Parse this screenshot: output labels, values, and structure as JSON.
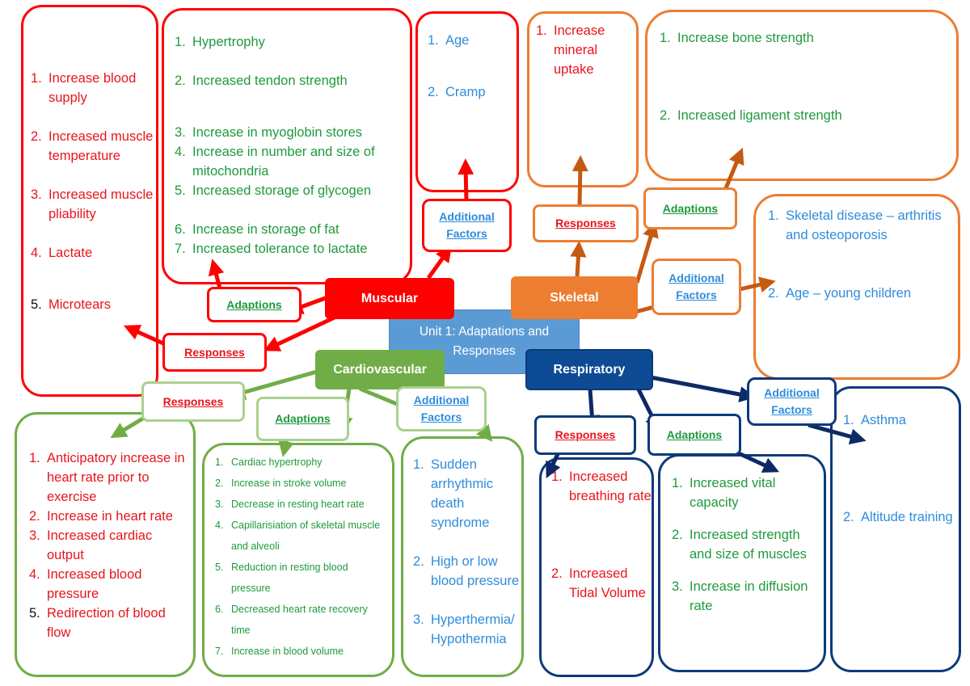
{
  "centre": {
    "title": "Unit 1: Adaptations and Responses"
  },
  "systems": {
    "muscular": "Muscular",
    "skeletal": "Skeletal",
    "cardiovascular": "Cardiovascular",
    "respiratory": "Respiratory"
  },
  "labels": {
    "adaptions": "Adaptions",
    "responses": "Responses",
    "additional_factors": "Additional Factors"
  },
  "muscular": {
    "responses": [
      {
        "n": "1.",
        "t": "Increase blood supply"
      },
      {
        "n": "2.",
        "t": "Increased muscle temperature"
      },
      {
        "n": "3.",
        "t": "Increased muscle pliability"
      },
      {
        "n": "4.",
        "t": "Lactate"
      },
      {
        "n": "5.",
        "t": "Microtears"
      }
    ],
    "adaptations": [
      {
        "n": "1.",
        "t": "Hypertrophy"
      },
      {
        "n": "2.",
        "t": "Increased tendon strength"
      },
      {
        "n": "3.",
        "t": "Increase in myoglobin stores"
      },
      {
        "n": "4.",
        "t": "Increase in number and size of mitochondria"
      },
      {
        "n": "5.",
        "t": "Increased storage of glycogen"
      },
      {
        "n": "6.",
        "t": "Increase in storage of fat"
      },
      {
        "n": "7.",
        "t": "Increased tolerance to lactate"
      }
    ],
    "factors": [
      {
        "n": "1.",
        "t": "Age"
      },
      {
        "n": "2.",
        "t": "Cramp"
      }
    ]
  },
  "skeletal": {
    "responses": [
      {
        "n": "1.",
        "t": "Increase mineral uptake"
      }
    ],
    "adaptations": [
      {
        "n": "1.",
        "t": "Increase bone strength"
      },
      {
        "n": "2.",
        "t": "Increased ligament strength"
      }
    ],
    "factors": [
      {
        "n": "1.",
        "t": "Skeletal disease – arthritis and osteoporosis"
      },
      {
        "n": "2.",
        "t": "Age – young children"
      }
    ]
  },
  "cardiovascular": {
    "responses": [
      {
        "n": "1.",
        "t": "Anticipatory increase in heart rate prior to exercise"
      },
      {
        "n": "2.",
        "t": "Increase in heart rate"
      },
      {
        "n": "3.",
        "t": "Increased cardiac output"
      },
      {
        "n": "4.",
        "t": "Increased blood pressure"
      },
      {
        "n": "5.",
        "t": "Redirection of blood flow"
      }
    ],
    "adaptations": [
      {
        "n": "1.",
        "t": "Cardiac hypertrophy"
      },
      {
        "n": "2.",
        "t": "Increase in stroke volume"
      },
      {
        "n": "3.",
        "t": "Decrease in resting heart rate"
      },
      {
        "n": "4.",
        "t": "Capillarisiation of skeletal muscle and alveoli"
      },
      {
        "n": "5.",
        "t": "Reduction in resting blood pressure"
      },
      {
        "n": "6.",
        "t": "Decreased heart rate recovery time"
      },
      {
        "n": "7.",
        "t": "Increase in blood volume"
      }
    ],
    "factors": [
      {
        "n": "1.",
        "t": "Sudden arrhythmic death syndrome"
      },
      {
        "n": "2.",
        "t": "High or low blood pressure"
      },
      {
        "n": "3.",
        "t": "Hyperthermia/ Hypothermia"
      }
    ]
  },
  "respiratory": {
    "responses": [
      {
        "n": "1.",
        "t": "Increased breathing rate"
      },
      {
        "n": "2.",
        "t": "Increased Tidal Volume"
      }
    ],
    "adaptations": [
      {
        "n": "1.",
        "t": "Increased vital capacity"
      },
      {
        "n": "2.",
        "t": "Increased strength and size of muscles"
      },
      {
        "n": "3.",
        "t": "Increase in diffusion rate"
      }
    ],
    "factors": [
      {
        "n": "1.",
        "t": "Asthma"
      },
      {
        "n": "2.",
        "t": "Altitude training"
      }
    ]
  },
  "colors": {
    "muscular": "#ff0000",
    "skeletal": "#ed7d31",
    "cardiovascular": "#70ad47",
    "respiratory": "#0d3a7a",
    "centre": "#5b9bd5",
    "text_red": "#e8141b",
    "text_green": "#1e9a3c",
    "text_blue": "#2f8cdc"
  }
}
